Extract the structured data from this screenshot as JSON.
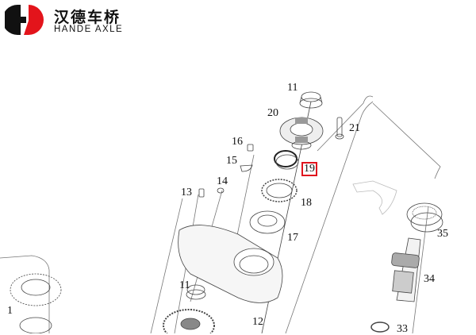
{
  "brand": {
    "name_cn": "汉德车桥",
    "name_en": "HANDE AXLE",
    "colors": {
      "black": "#111111",
      "red": "#e3141b"
    }
  },
  "diagram": {
    "highlight_color": "#e0141e",
    "highlighted_part": "19",
    "labels": {
      "p11_top": "11",
      "p20": "20",
      "p21": "21",
      "p16": "16",
      "p15": "15",
      "p19": "19",
      "p14": "14",
      "p13": "13",
      "p18": "18",
      "p17": "17",
      "p35": "35",
      "p34": "34",
      "p11_bottom": "11",
      "p12": "12",
      "p33": "33",
      "p1": "1"
    }
  }
}
